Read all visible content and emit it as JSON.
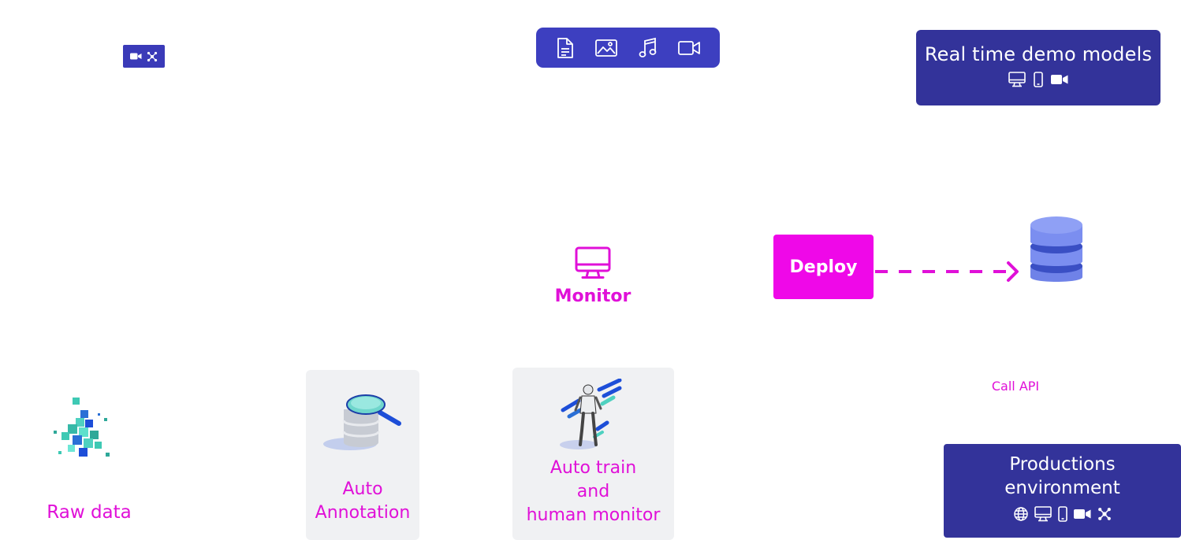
{
  "badge_small": {
    "icons": [
      "video-camera-icon",
      "network-nodes-icon"
    ]
  },
  "media_pill": {
    "icons": [
      "document-icon",
      "image-icon",
      "music-note-icon",
      "video-icon"
    ]
  },
  "realtime": {
    "title": "Real time demo models",
    "icons": [
      "desktop-icon",
      "mobile-icon",
      "video-camera-icon"
    ]
  },
  "monitor": {
    "label": "Monitor",
    "icon": "monitor-icon"
  },
  "deploy": {
    "label": "Deploy"
  },
  "database": {
    "icon": "database-icon"
  },
  "call_api": {
    "label": "Call API"
  },
  "raw_data": {
    "label": "Raw data",
    "icon": "data-cubes-icon"
  },
  "auto_annotation": {
    "line1": "Auto",
    "line2": "Annotation",
    "icon": "database-search-icon"
  },
  "auto_train": {
    "line1": "Auto train",
    "line2": "and",
    "line3": "human monitor",
    "icon": "robot-icon"
  },
  "productions": {
    "line1": "Productions",
    "line2": "environment",
    "icons": [
      "globe-icon",
      "desktop-icon",
      "mobile-icon",
      "video-camera-icon",
      "network-nodes-icon"
    ]
  },
  "colors": {
    "accent_magenta": "#ef08e8",
    "label_magenta": "#e010d8",
    "navy": "#33339a",
    "indigo": "#3d3fc0",
    "card_bg": "#f0f1f3",
    "db_blue": "#7b8ef0"
  }
}
